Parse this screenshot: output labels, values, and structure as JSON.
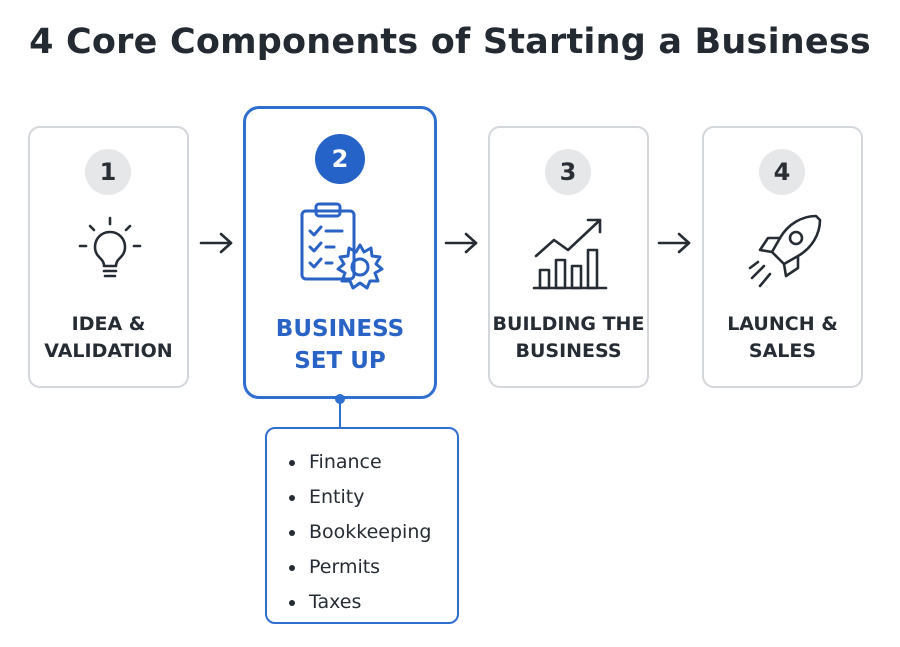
{
  "title": "4 Core Components of Starting a Business",
  "steps": [
    {
      "number": "1",
      "line1": "IDEA &",
      "line2": "VALIDATION",
      "icon": "lightbulb-icon"
    },
    {
      "number": "2",
      "line1": "BUSINESS",
      "line2": "SET UP",
      "icon": "clipboard-gear-icon",
      "active": true
    },
    {
      "number": "3",
      "line1": "BUILDING THE",
      "line2": "BUSINESS",
      "icon": "growth-chart-icon"
    },
    {
      "number": "4",
      "line1": "LAUNCH &",
      "line2": "SALES",
      "icon": "rocket-icon"
    }
  ],
  "details": {
    "items": [
      "Finance",
      "Entity",
      "Bookkeeping",
      "Permits",
      "Taxes"
    ]
  },
  "colors": {
    "accent": "#2f6fd0",
    "card_border": "#d3d6da",
    "text": "#262c33"
  }
}
